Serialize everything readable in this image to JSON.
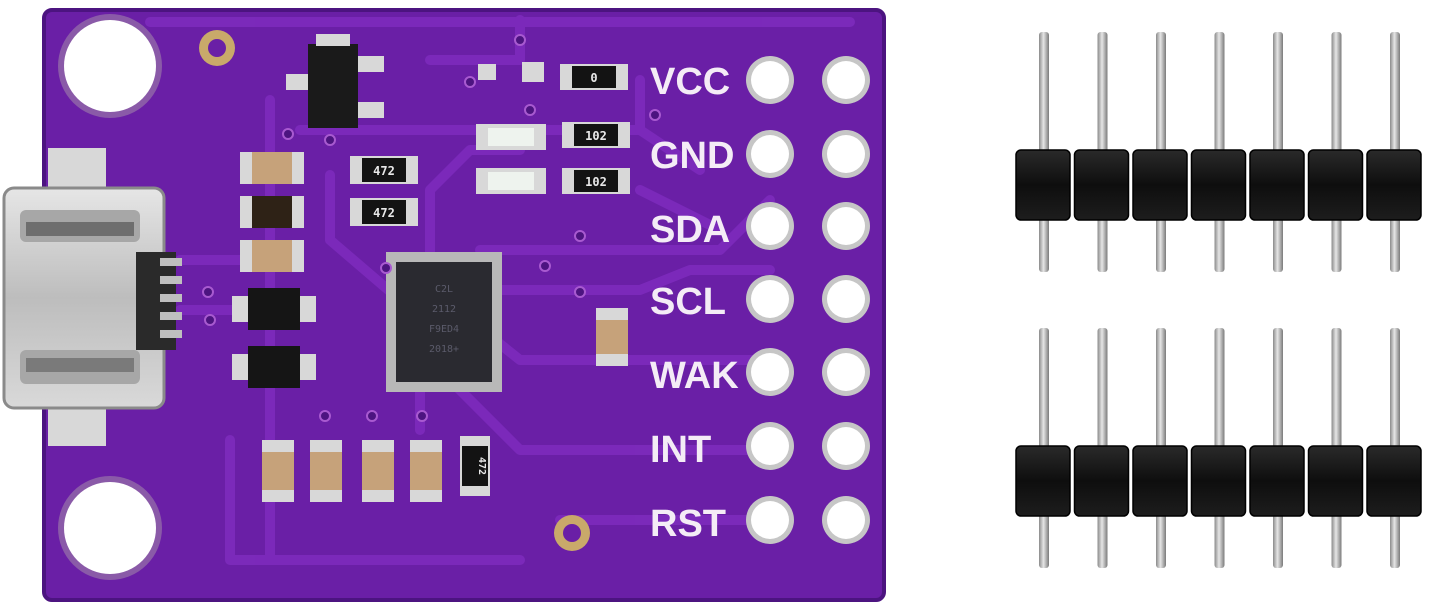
{
  "board": {
    "pin_labels": [
      "VCC",
      "GND",
      "SDA",
      "SCL",
      "WAK",
      "INT",
      "RST"
    ],
    "resistor_markings": {
      "r_zero": "0",
      "r_102_a": "102",
      "r_102_b": "102",
      "r_472_a": "472",
      "r_472_b": "472",
      "r_472_c": "472"
    },
    "chip_marking_lines": [
      "C2L",
      "2112",
      "F9ED4",
      "2018+"
    ],
    "colors": {
      "pcb": "#6a1fa6",
      "pcb_dark": "#4c1480",
      "trace": "#7d2bbd",
      "silk": "#f4ecf6",
      "header_plastic": "#141414",
      "pin_metal": "#b9b9b9"
    }
  },
  "headers": {
    "count": 2,
    "pins_per_header": 7
  }
}
